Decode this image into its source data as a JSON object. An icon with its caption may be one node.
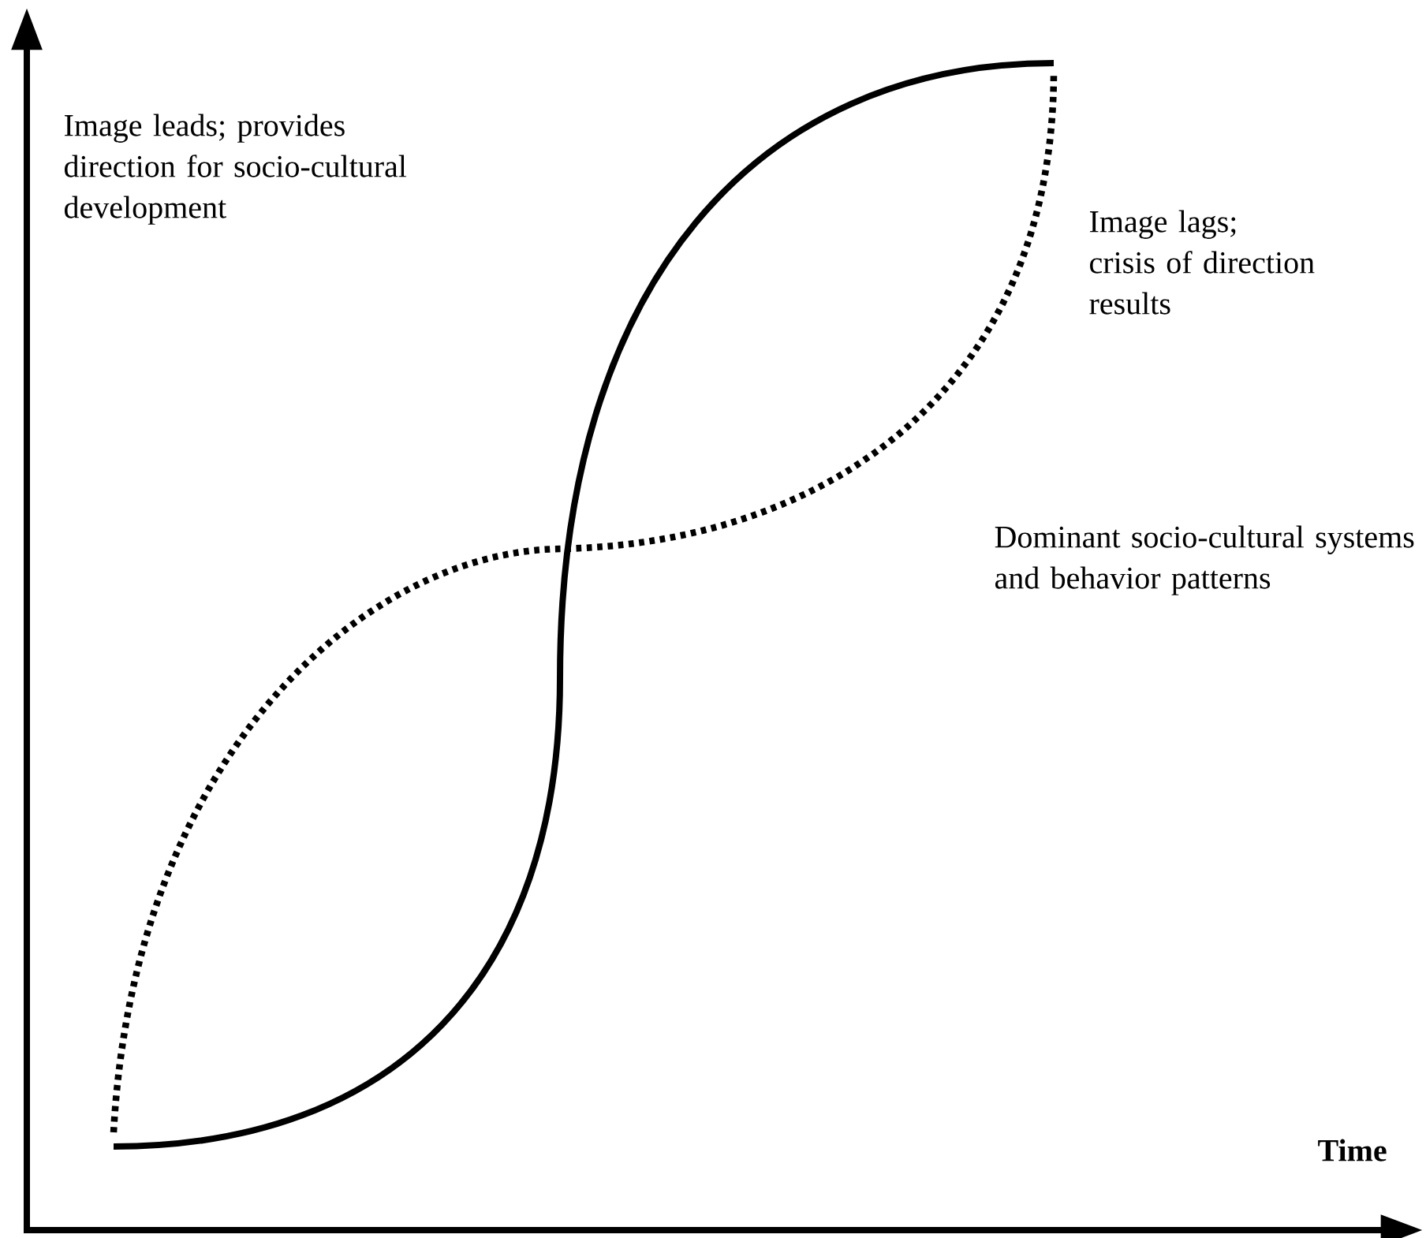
{
  "diagram": {
    "labels": [
      "Image leads; provides direction for socio-cultural development",
      "Image lags; crisis of direction results",
      "Dominant socio-cultural systems and behavior patterns",
      "**Time**"
    ]
  }
}
